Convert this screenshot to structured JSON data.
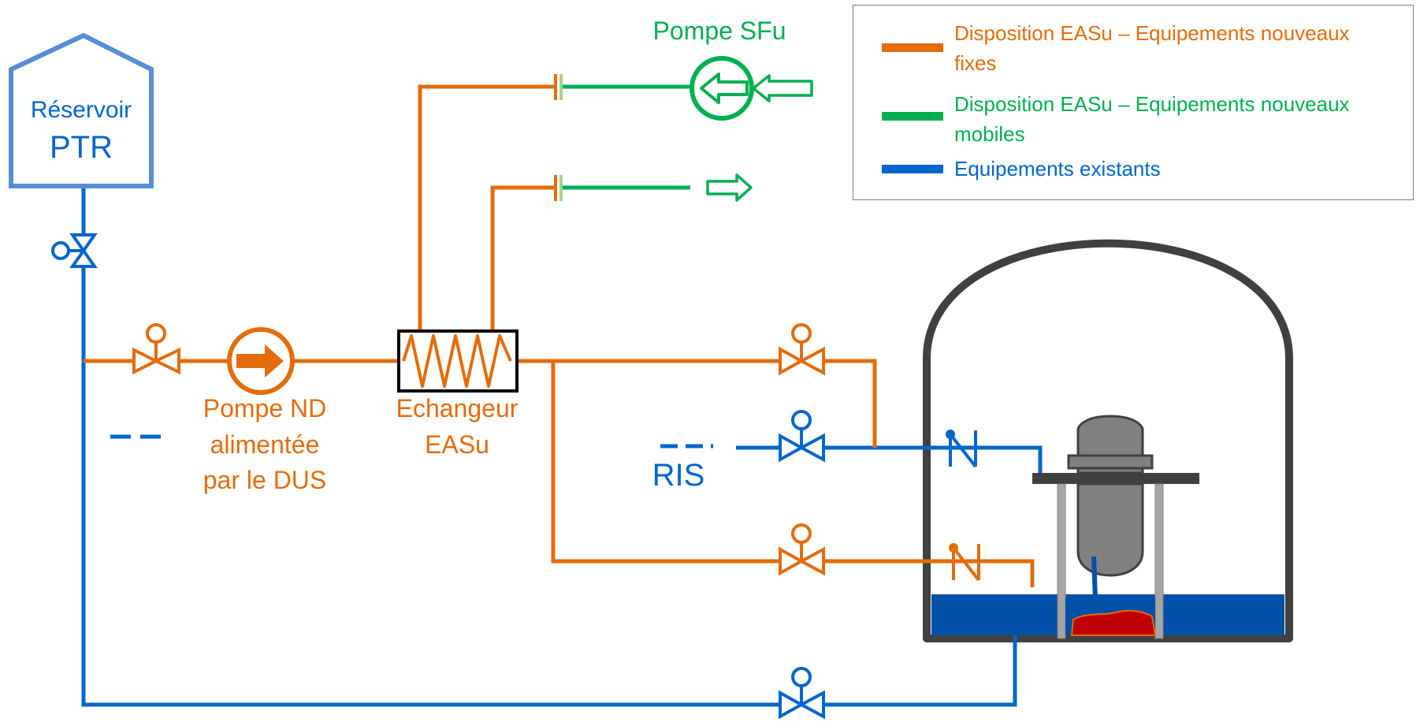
{
  "colors": {
    "orange": "#e46c0a",
    "green": "#00b050",
    "blue": "#0066cc",
    "tank_blue": "#558ed5",
    "containment": "#404040",
    "vessel_gray": "#808080",
    "water": "#0050a8",
    "corium": "#c00000"
  },
  "legend": {
    "items": [
      {
        "label": "Disposition EASu – Equipements nouveaux fixes",
        "color": "#e46c0a"
      },
      {
        "label": "Disposition EASu – Equipements nouveaux mobiles",
        "color": "#00b050"
      },
      {
        "label": "Equipements existants",
        "color": "#0066cc"
      }
    ]
  },
  "labels": {
    "reservoir": "Réservoir",
    "ptr": "PTR",
    "pompe_sfu": "Pompe SFu",
    "pompe_nd_line1": "Pompe ND",
    "pompe_nd_line2": "alimentée",
    "pompe_nd_line3": "par le DUS",
    "echangeur_line1": "Echangeur",
    "echangeur_line2": "EASu",
    "ris": "RIS"
  },
  "icons": [
    "tank",
    "manual-valve-icon",
    "motorized-valve-icon",
    "check-valve-icon",
    "pump-icon",
    "heat-exchanger-icon",
    "flange-icon",
    "flow-arrow-icon",
    "containment-building",
    "reactor-vessel"
  ]
}
